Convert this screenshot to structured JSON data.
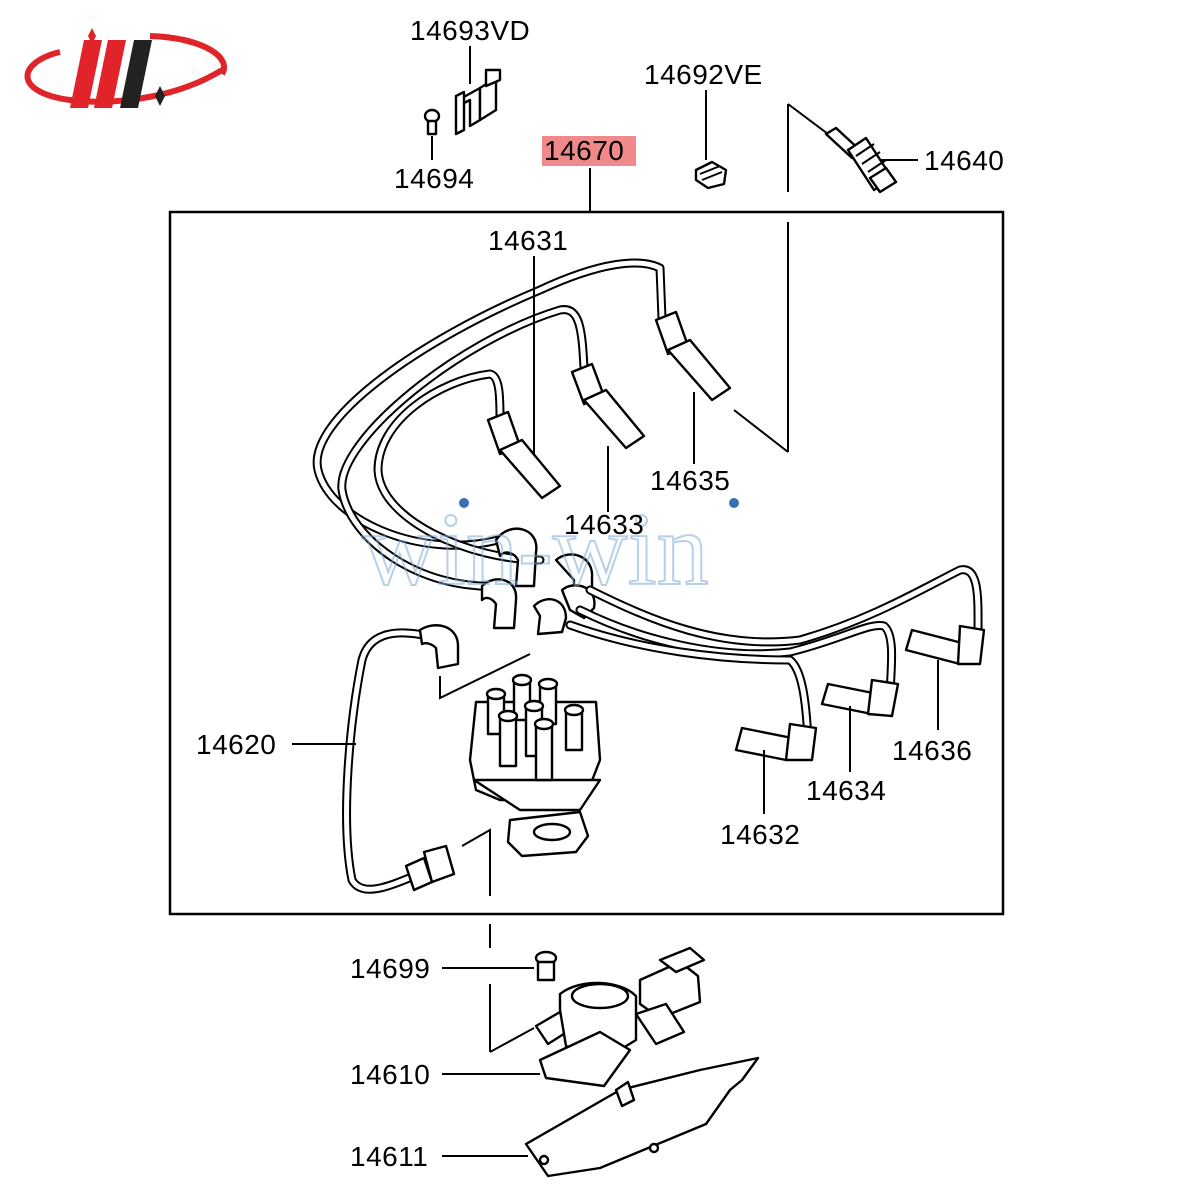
{
  "logo": {
    "name": "win-win logo",
    "colors": {
      "red": "#e0242a",
      "dark": "#222222"
    }
  },
  "watermark": {
    "text": "win-win"
  },
  "highlight_color": "#f08a8a",
  "labels": {
    "p14693vd": "14693VD",
    "p14694": "14694",
    "p14670": "14670",
    "p14692ve": "14692VE",
    "p14640": "14640",
    "p14631": "14631",
    "p14635": "14635",
    "p14633": "14633",
    "p14620": "14620",
    "p14636": "14636",
    "p14634": "14634",
    "p14632": "14632",
    "p14699": "14699",
    "p14610": "14610",
    "p14611": "14611"
  }
}
